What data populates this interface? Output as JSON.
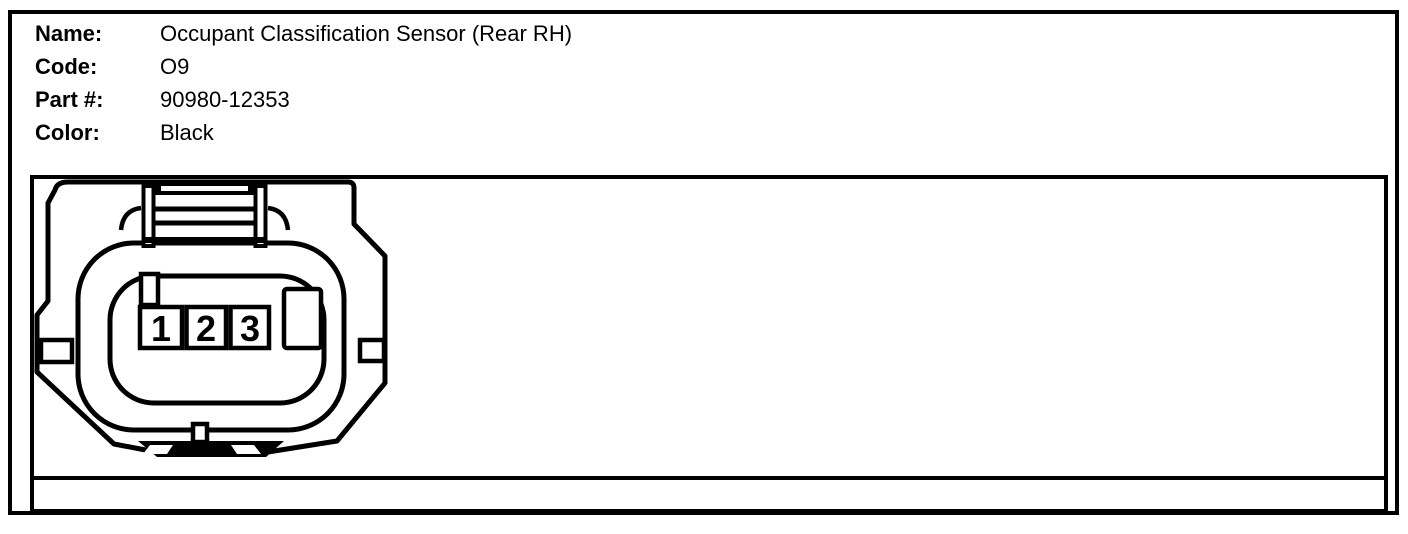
{
  "header": {
    "fields": [
      {
        "label": "Name:",
        "value": "Occupant Classification Sensor (Rear RH)"
      },
      {
        "label": "Code:",
        "value": "O9"
      },
      {
        "label": "Part #:",
        "value": "90980-12353"
      },
      {
        "label": "Color:",
        "value": "Black"
      }
    ]
  },
  "connector": {
    "pins": [
      "1",
      "2",
      "3"
    ]
  },
  "colors": {
    "line": "#000000",
    "background": "#ffffff"
  }
}
